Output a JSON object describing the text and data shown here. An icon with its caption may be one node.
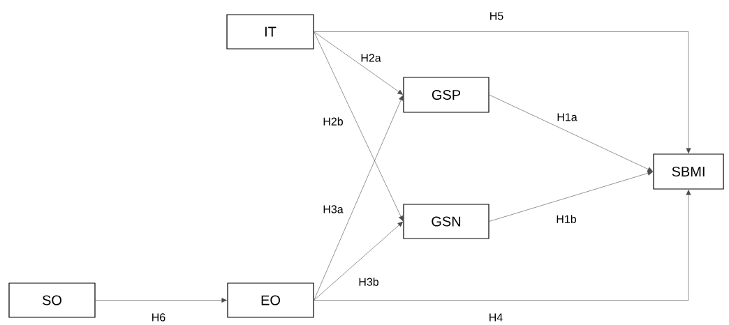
{
  "diagram": {
    "nodes": [
      {
        "text": [
          "IT"
        ]
      },
      {
        "text": [
          "GSP"
        ]
      },
      {
        "text": [
          "GSN"
        ]
      },
      {
        "text": [
          "SBMI"
        ]
      },
      {
        "text": [
          "SO"
        ]
      },
      {
        "text": [
          "EO"
        ]
      }
    ],
    "edges": [
      {
        "from": 0,
        "to": 1,
        "arrow": "to",
        "label": "H2a"
      },
      {
        "from": 0,
        "to": 2,
        "arrow": "to",
        "label": "H2b"
      },
      {
        "from": 5,
        "to": 1,
        "arrow": "to",
        "label": "H3a"
      },
      {
        "from": 5,
        "to": 2,
        "arrow": "to",
        "label": "H3b"
      },
      {
        "from": 1,
        "to": 3,
        "arrow": "to",
        "label": "H1a"
      },
      {
        "from": 2,
        "to": 3,
        "arrow": "to",
        "label": "H1b"
      },
      {
        "from": 0,
        "to": 3,
        "arrow": "to",
        "label": "H5"
      },
      {
        "from": 5,
        "to": 3,
        "arrow": "to",
        "label": "H4"
      },
      {
        "from": 4,
        "to": 5,
        "arrow": "to",
        "label": "H6"
      }
    ]
  }
}
